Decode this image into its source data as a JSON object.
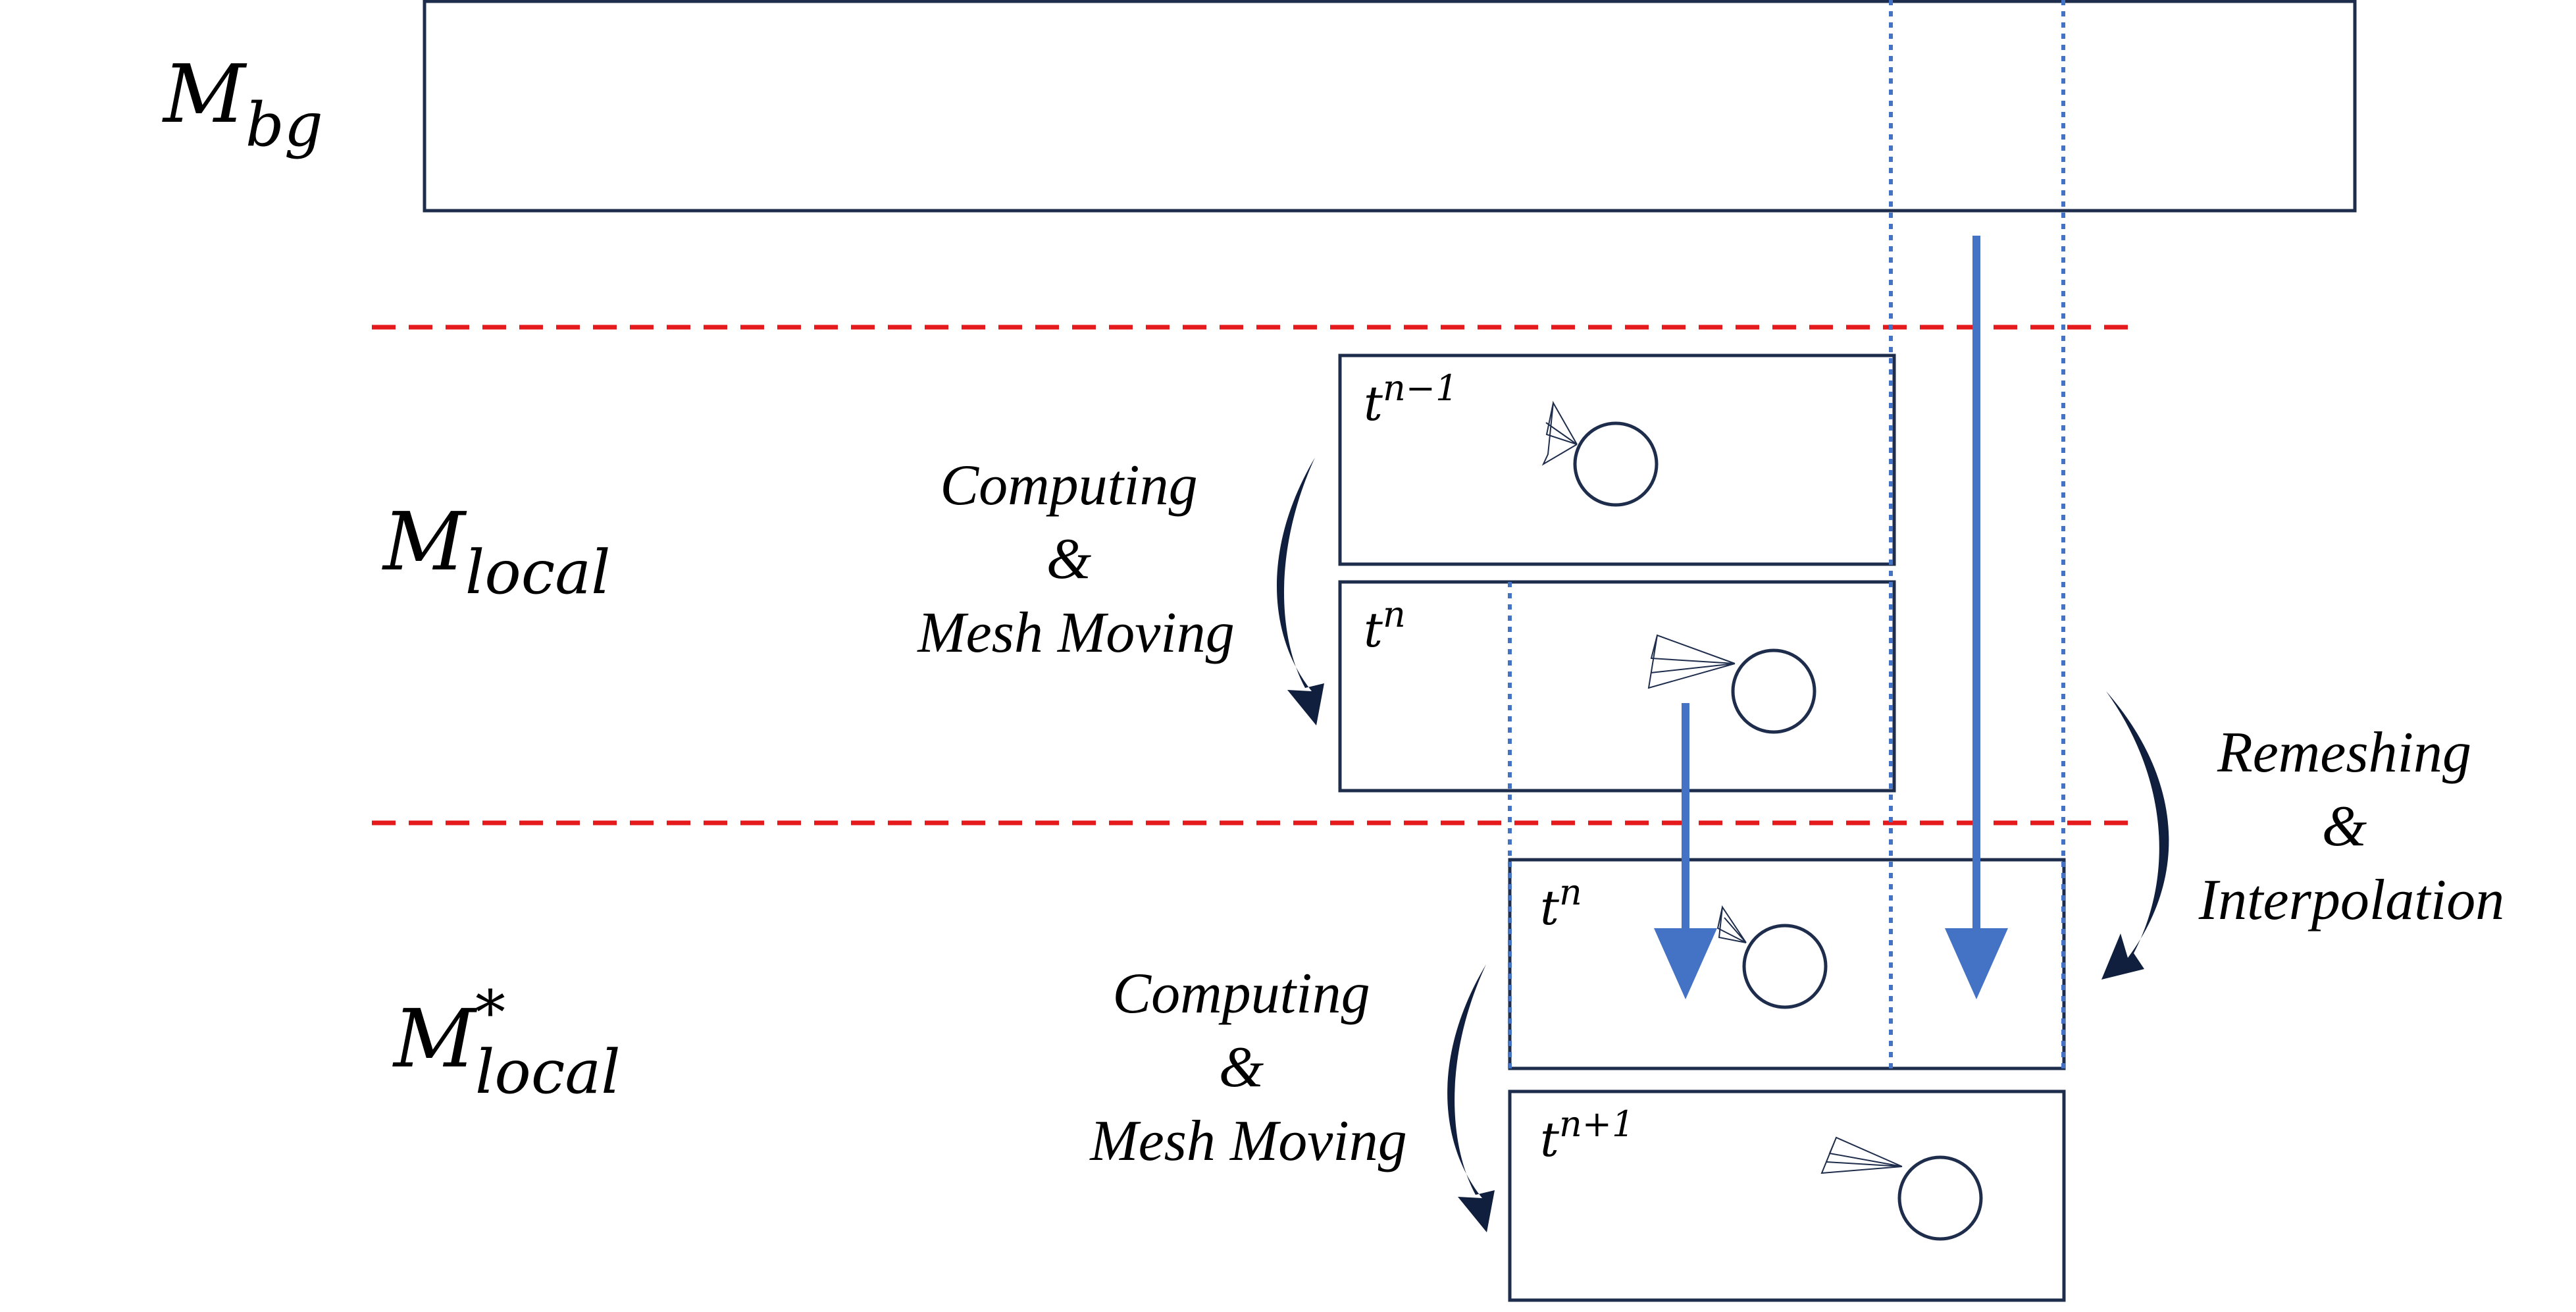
{
  "labels": {
    "mesh_bg": {
      "base": "M",
      "sub": "bg"
    },
    "mesh_local": {
      "base": "M",
      "sub": "local"
    },
    "mesh_local_star": {
      "base": "M",
      "sup": "*",
      "sub": "local"
    }
  },
  "frames": {
    "local_prev": {
      "base": "t",
      "sup": "n−1"
    },
    "local_curr": {
      "base": "t",
      "sup": "n"
    },
    "star_curr": {
      "base": "t",
      "sup": "n"
    },
    "star_next": {
      "base": "t",
      "sup": "n+1"
    }
  },
  "notes": {
    "compute_move_1": [
      "Computing",
      "&",
      "Mesh Moving"
    ],
    "compute_move_2": [
      "Computing",
      "&",
      "Mesh Moving"
    ],
    "remesh_interp": [
      "Remeshing",
      "&",
      "Interpolation"
    ]
  },
  "colors": {
    "frame": "#1f2d4d",
    "level_divider": "#e41a1c",
    "projection_guide": "#4472c4",
    "transfer_arrow": "#4472c4",
    "process_arrow": "#0f1f3d",
    "body": "#1f2d4d"
  }
}
